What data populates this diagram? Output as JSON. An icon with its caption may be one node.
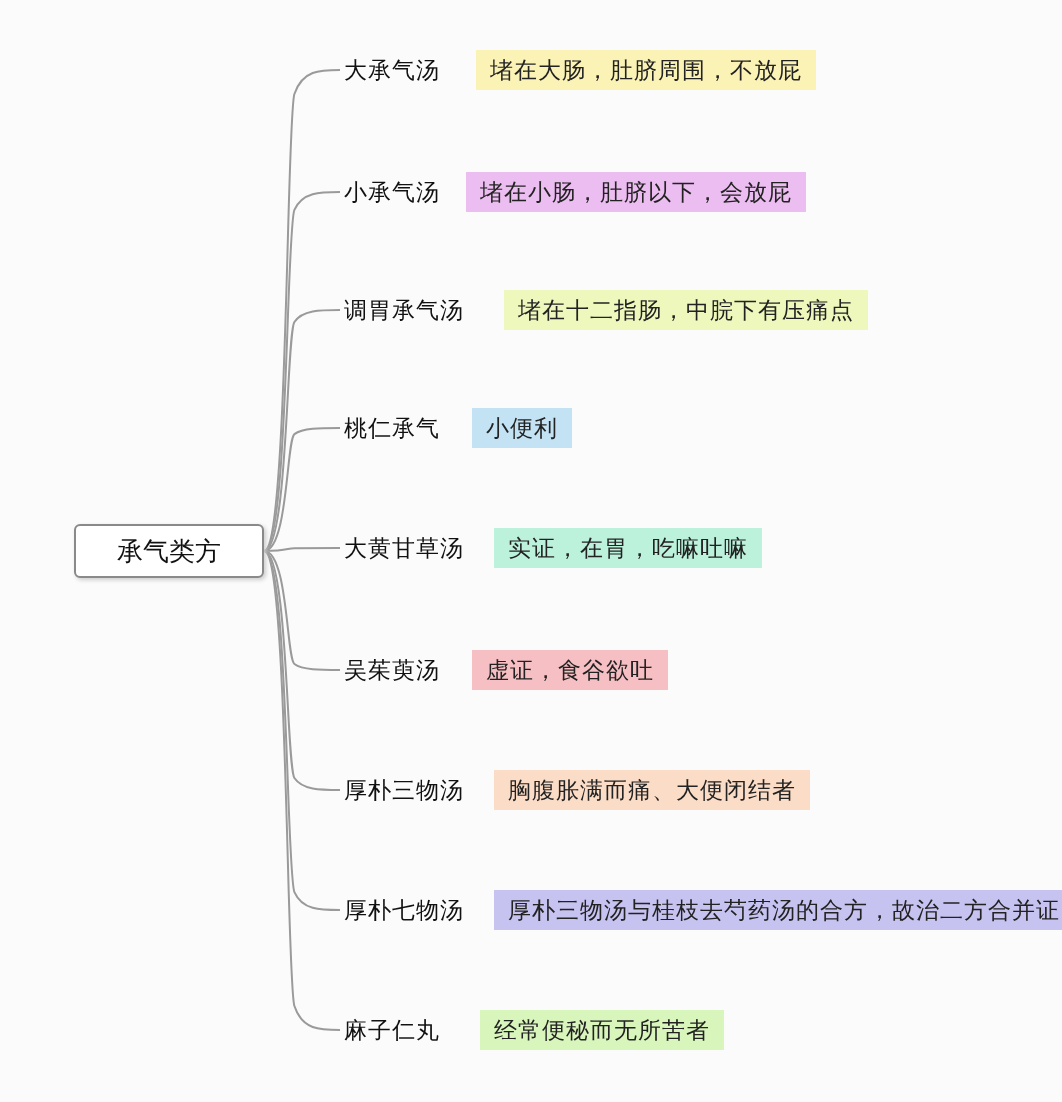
{
  "diagram": {
    "nodes": [
      {
        "text": [
          "承气类方"
        ]
      },
      {
        "text": [
          "大承气汤"
        ]
      },
      {
        "text": [
          "堵在大肠，肚脐周围，不放屁"
        ]
      },
      {
        "text": [
          "小承气汤"
        ]
      },
      {
        "text": [
          "堵在小肠，肚脐以下，会放屁"
        ]
      },
      {
        "text": [
          "调胃承气汤"
        ]
      },
      {
        "text": [
          "堵在十二指肠，中脘下有压痛点"
        ]
      },
      {
        "text": [
          "桃仁承气"
        ]
      },
      {
        "text": [
          "小便利"
        ]
      },
      {
        "text": [
          "大黄甘草汤"
        ]
      },
      {
        "text": [
          "实证，在胃，吃嘛吐嘛"
        ]
      },
      {
        "text": [
          "吴茱萸汤"
        ]
      },
      {
        "text": [
          "虚证，食谷欲吐"
        ]
      },
      {
        "text": [
          "厚朴三物汤"
        ]
      },
      {
        "text": [
          "胸腹胀满而痛、大便闭结者"
        ]
      },
      {
        "text": [
          "厚朴七物汤"
        ]
      },
      {
        "text": [
          "厚朴三物汤与桂枝去芍药汤的合方，故治二方合并证"
        ]
      },
      {
        "text": [
          "麻子仁丸"
        ]
      },
      {
        "text": [
          "经常便秘而无所苦者"
        ]
      }
    ],
    "edges": [
      {
        "from": 0,
        "to": 1,
        "arrow": "none"
      },
      {
        "from": 0,
        "to": 3,
        "arrow": "none"
      },
      {
        "from": 0,
        "to": 5,
        "arrow": "none"
      },
      {
        "from": 0,
        "to": 7,
        "arrow": "none"
      },
      {
        "from": 0,
        "to": 9,
        "arrow": "none"
      },
      {
        "from": 0,
        "to": 11,
        "arrow": "none"
      },
      {
        "from": 0,
        "to": 13,
        "arrow": "none"
      },
      {
        "from": 0,
        "to": 15,
        "arrow": "none"
      },
      {
        "from": 0,
        "to": 17,
        "arrow": "none"
      }
    ]
  }
}
